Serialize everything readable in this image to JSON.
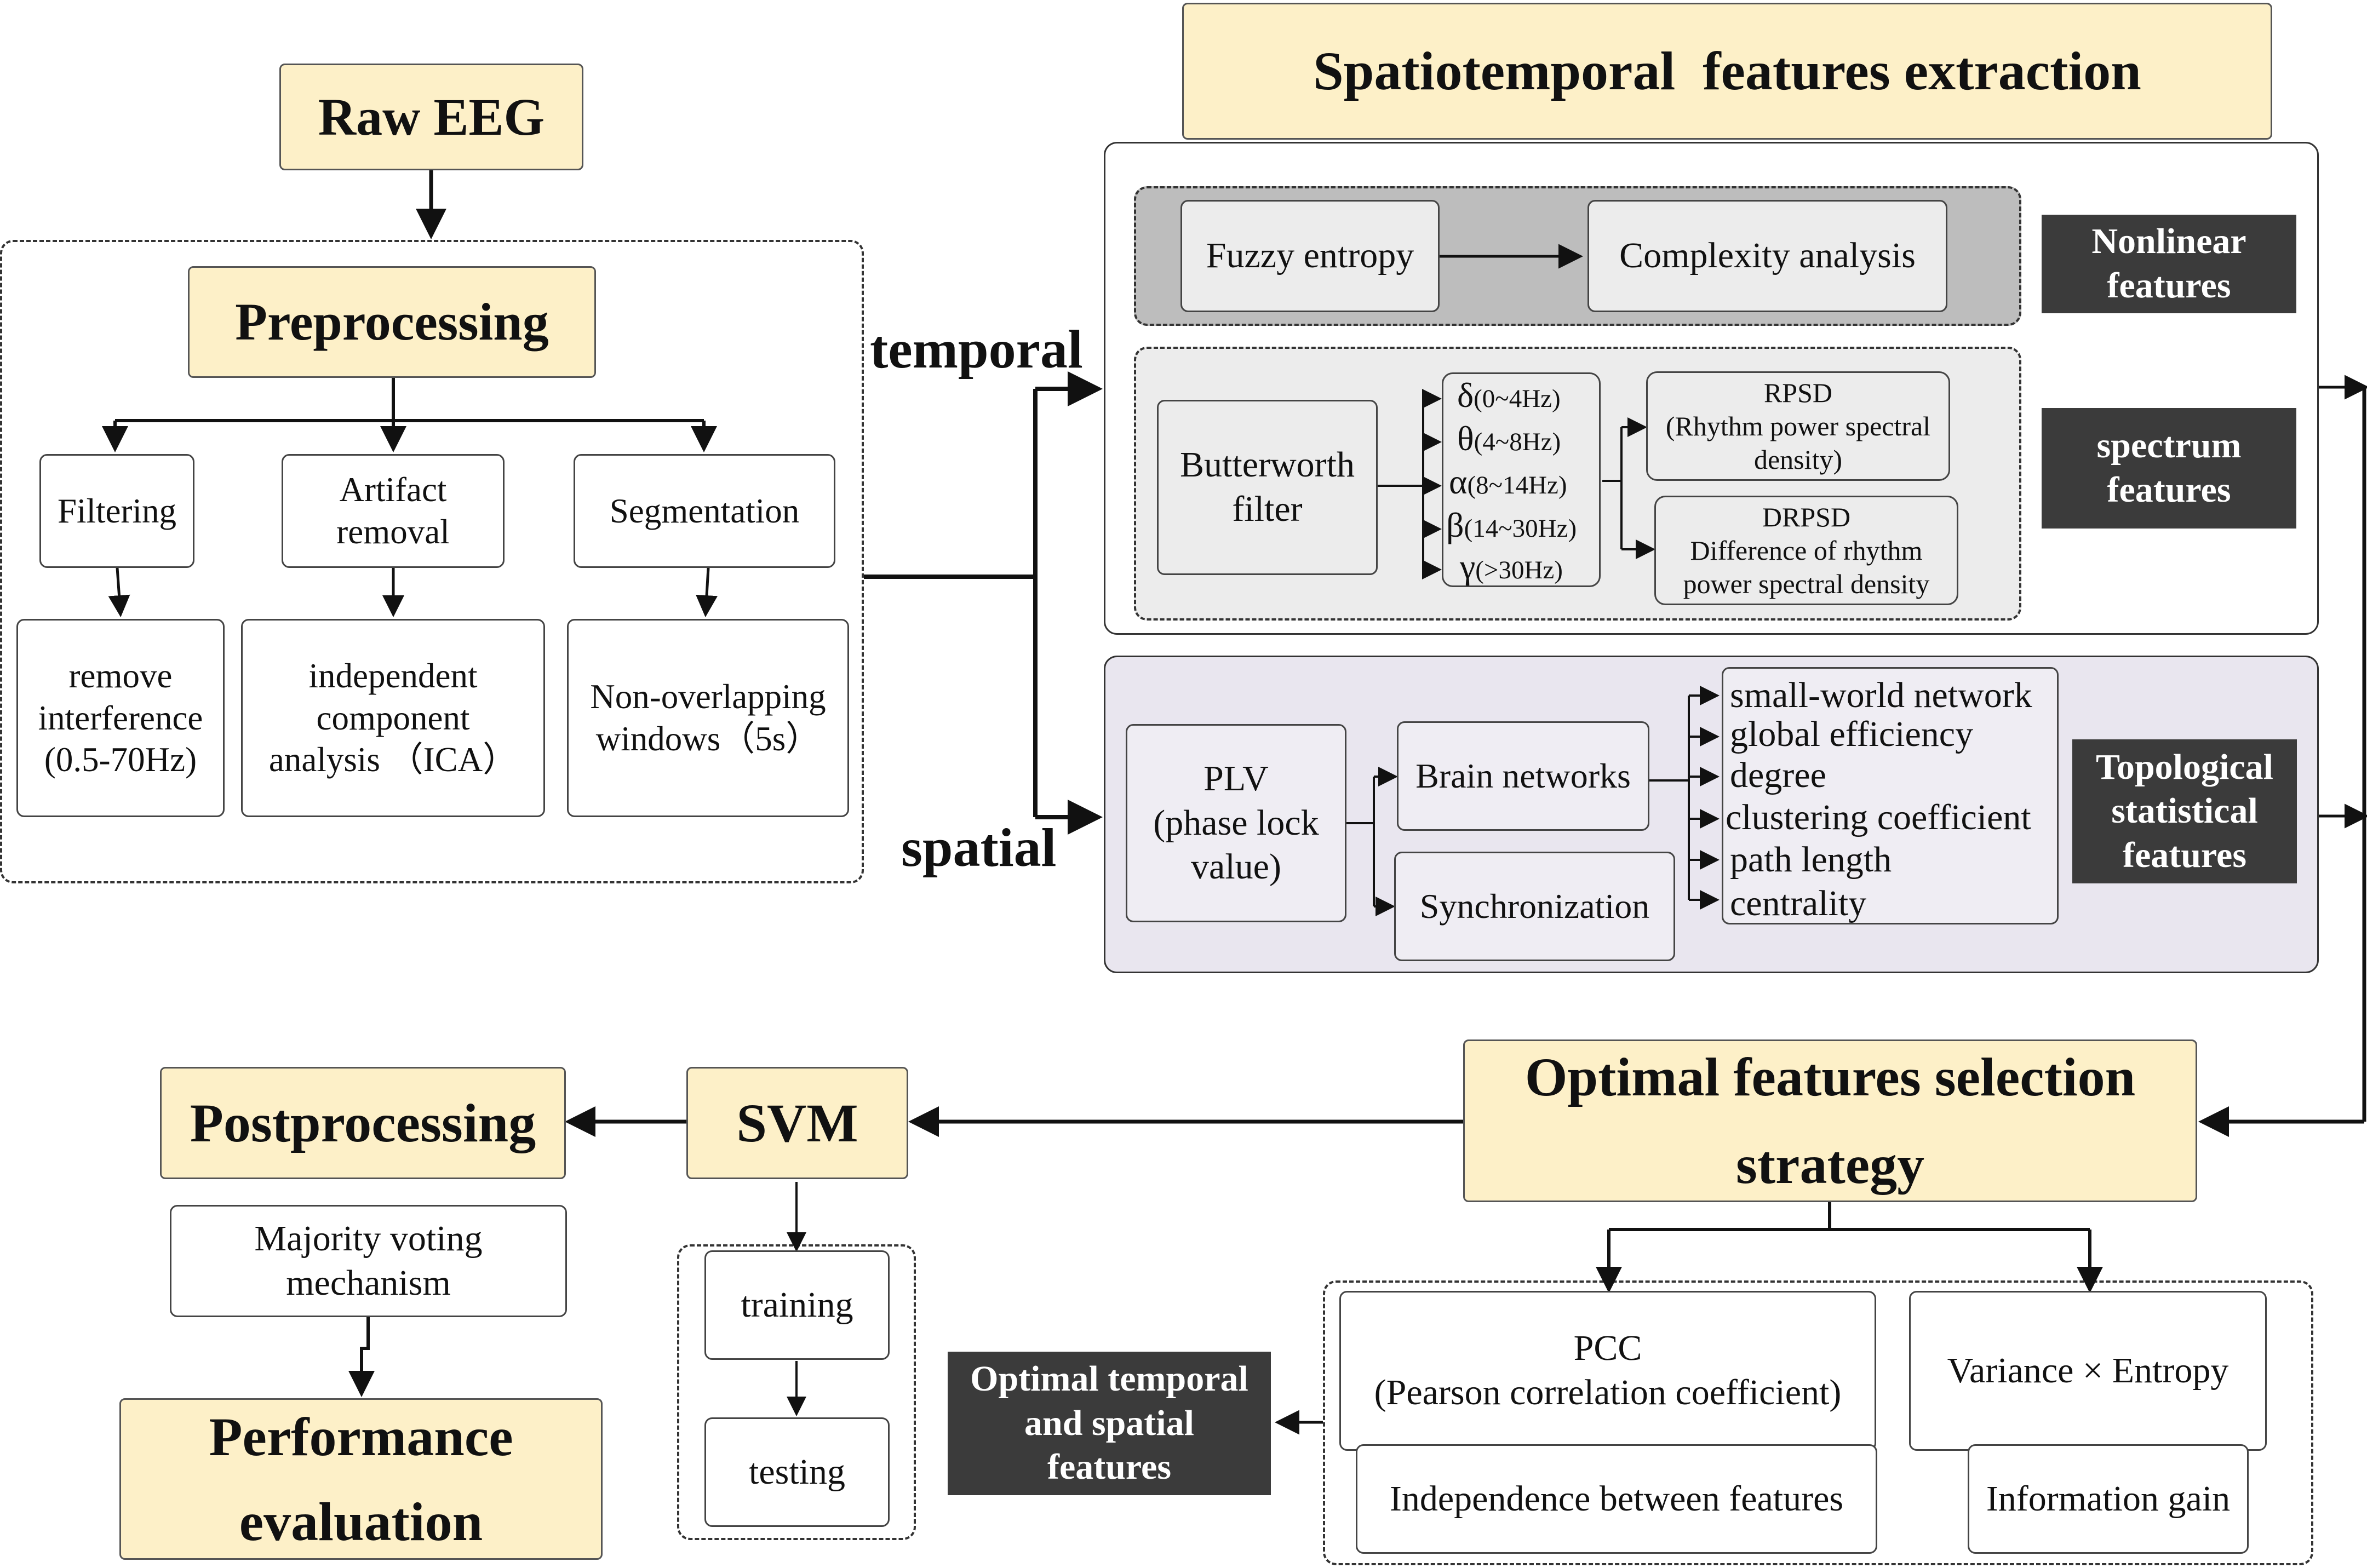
{
  "raw_eeg": "Raw EEG",
  "preprocessing": {
    "title": "Preprocessing",
    "filtering": "Filtering",
    "artifact": [
      "Artifact",
      "removal"
    ],
    "segmentation": "Segmentation",
    "filter_detail": [
      "remove",
      "interference",
      "(0.5-70Hz)"
    ],
    "artifact_detail": [
      "independent",
      "component",
      "analysis （ICA）"
    ],
    "segmentation_detail": [
      "Non-overlapping",
      "windows（5s）"
    ]
  },
  "temporal_label": "temporal",
  "spatial_label": "spatial",
  "extraction": {
    "title": "Spatiotemporal  features extraction",
    "fuzzy_entropy": "Fuzzy entropy",
    "complexity": "Complexity analysis",
    "nonlinear_tag": [
      "Nonlinear",
      "features"
    ],
    "butterworth": [
      "Butterworth",
      "filter"
    ],
    "bands": [
      {
        "sym": "δ",
        "rng": "(0~4Hz)"
      },
      {
        "sym": "θ",
        "rng": "(4~8Hz)"
      },
      {
        "sym": "α",
        "rng": "(8~14Hz)"
      },
      {
        "sym": "β",
        "rng": "(14~30Hz)"
      },
      {
        "sym": "γ",
        "rng": "(>30Hz)"
      }
    ],
    "rpsd": [
      "RPSD",
      "(Rhythm power spectral",
      "density)"
    ],
    "drpsd": [
      "DRPSD",
      "Difference of rhythm",
      "power spectral density"
    ],
    "spectrum_tag": [
      "spectrum",
      "features"
    ],
    "plv": [
      "PLV",
      "(phase lock",
      "value)"
    ],
    "brain_networks": "Brain networks",
    "synchronization": "Synchronization",
    "topo_list": [
      "small-world network",
      "global efficiency",
      "degree",
      "clustering coefficient",
      "path length",
      "centrality"
    ],
    "topo_tag": [
      "Topological",
      "statistical",
      "features"
    ]
  },
  "selection": {
    "title": [
      "Optimal features selection",
      "strategy"
    ],
    "pcc": [
      "PCC",
      "(Pearson correlation coefficient)"
    ],
    "variance_entropy": "Variance × Entropy",
    "independence": "Independence between features",
    "information_gain": "Information gain",
    "optimal_tag": [
      "Optimal temporal",
      "and spatial",
      "features"
    ]
  },
  "svm": {
    "title": "SVM",
    "training": "training",
    "testing": "testing"
  },
  "postprocessing": {
    "title": "Postprocessing",
    "majority": [
      "Majority voting",
      "mechanism"
    ]
  },
  "performance": [
    "Performance",
    "evaluation"
  ]
}
